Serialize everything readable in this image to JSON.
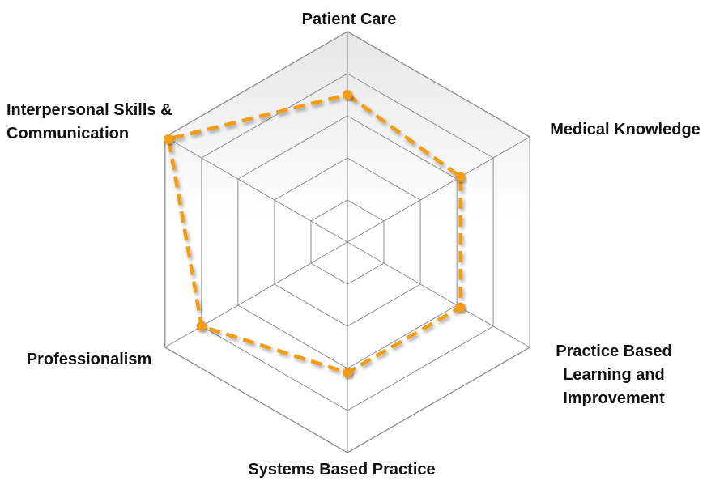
{
  "chart_data": {
    "type": "radar",
    "axes": [
      {
        "label_lines": [
          "Patient Care"
        ]
      },
      {
        "label_lines": [
          "Medical Knowledge"
        ]
      },
      {
        "label_lines": [
          "Practice Based",
          "Learning and",
          "Improvement"
        ]
      },
      {
        "label_lines": [
          "Systems Based Practice"
        ]
      },
      {
        "label_lines": [
          "Professionalism"
        ]
      },
      {
        "label_lines": [
          "Interpersonal Skills &",
          "Communication"
        ]
      }
    ],
    "levels": 5,
    "range": [
      0,
      5
    ],
    "grid": true,
    "series": [
      {
        "values": [
          3.5,
          3.1,
          3.1,
          3.1,
          4.0,
          4.9
        ],
        "color": "#f39c12",
        "line_style": "dashed"
      }
    ]
  }
}
